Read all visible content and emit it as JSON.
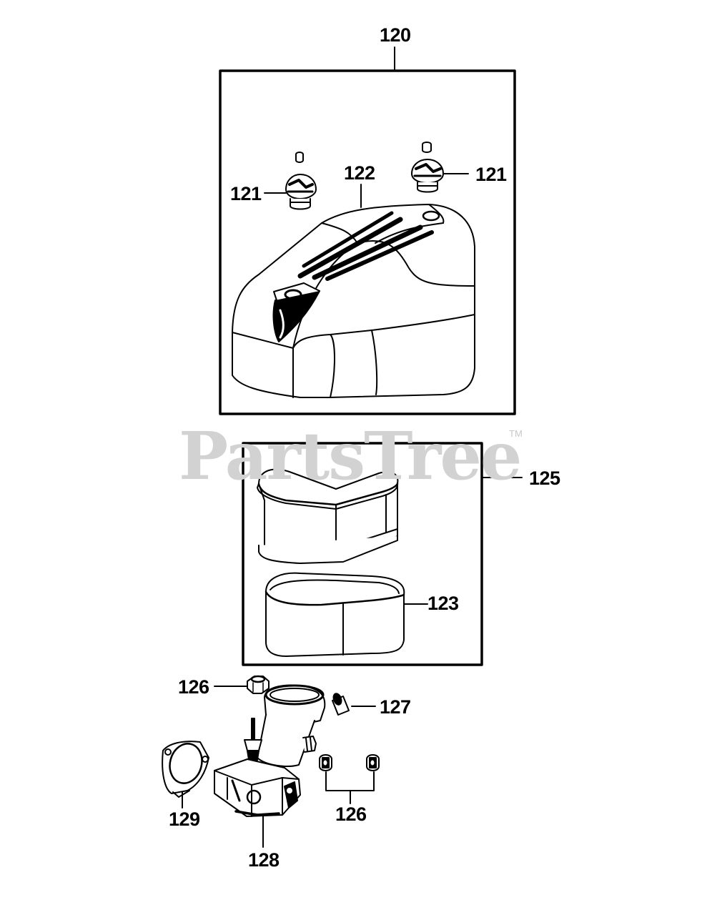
{
  "watermark": {
    "text": "PartsTree",
    "trademark": "TM"
  },
  "callouts": {
    "housing_assembly": "120",
    "knob_left": "121",
    "knob_right": "121",
    "cover": "122",
    "pre_cleaner": "123",
    "filter_kit": "125",
    "nut_top": "126",
    "nuts_bottom": "126",
    "spacer": "127",
    "base": "128",
    "gasket": "129"
  },
  "colors": {
    "line": "#000000",
    "watermark": "#d2d2d2",
    "background": "#ffffff"
  }
}
